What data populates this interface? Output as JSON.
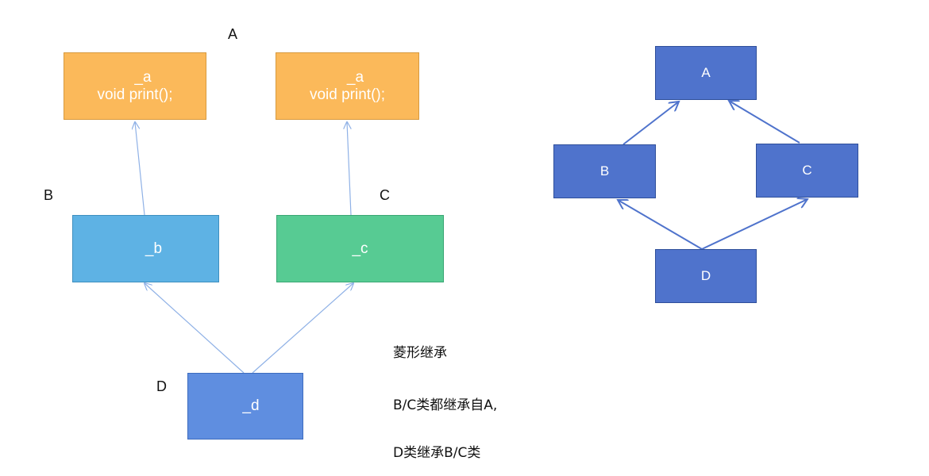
{
  "left_diagram": {
    "labels": {
      "a": "A",
      "b": "B",
      "c": "C",
      "d": "D"
    },
    "box_a1": {
      "member": "_a",
      "method": "void print();"
    },
    "box_a2": {
      "member": "_a",
      "method": "void print();"
    },
    "box_b": {
      "member": "_b"
    },
    "box_c": {
      "member": "_c"
    },
    "box_d": {
      "member": "_d"
    },
    "arrow_color": "#8fb1e6"
  },
  "right_diagram": {
    "node_a": "A",
    "node_b": "B",
    "node_c": "C",
    "node_d": "D",
    "node_color": "#4f73cc",
    "arrow_color": "#4f73cc"
  },
  "notes": {
    "line1": "菱形继承",
    "line2": "B/C类都继承自A,",
    "line3": "D类继承B/C类"
  }
}
